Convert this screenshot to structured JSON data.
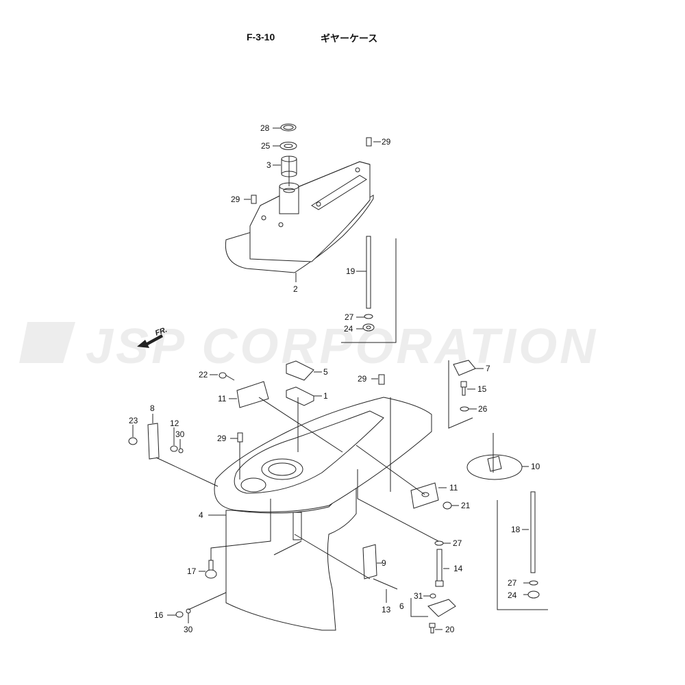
{
  "header": {
    "code": "F-3-10",
    "title": "ギヤーケース"
  },
  "watermark": "JSP CORPORATION",
  "direction_label": "FR.",
  "callouts": {
    "c28": "28",
    "c25": "25",
    "c3": "3",
    "c29a": "29",
    "c29b": "29",
    "c2": "2",
    "c19": "19",
    "c27a": "27",
    "c24a": "24",
    "c22": "22",
    "c5": "5",
    "c1": "1",
    "c11a": "11",
    "c29c": "29",
    "c7": "7",
    "c15": "15",
    "c26": "26",
    "c8": "8",
    "c23": "23",
    "c12": "12",
    "c30a": "30",
    "c29d": "29",
    "c10": "10",
    "c11b": "11",
    "c21": "21",
    "c4": "4",
    "c18": "18",
    "c27b": "27",
    "c14": "14",
    "c9": "9",
    "c17": "17",
    "c27c": "27",
    "c24b": "24",
    "c31": "31",
    "c6": "6",
    "c13": "13",
    "c16": "16",
    "c30b": "30",
    "c20": "20"
  },
  "colors": {
    "line": "#222222",
    "watermark": "#ededed",
    "fill": "#ffffff"
  }
}
